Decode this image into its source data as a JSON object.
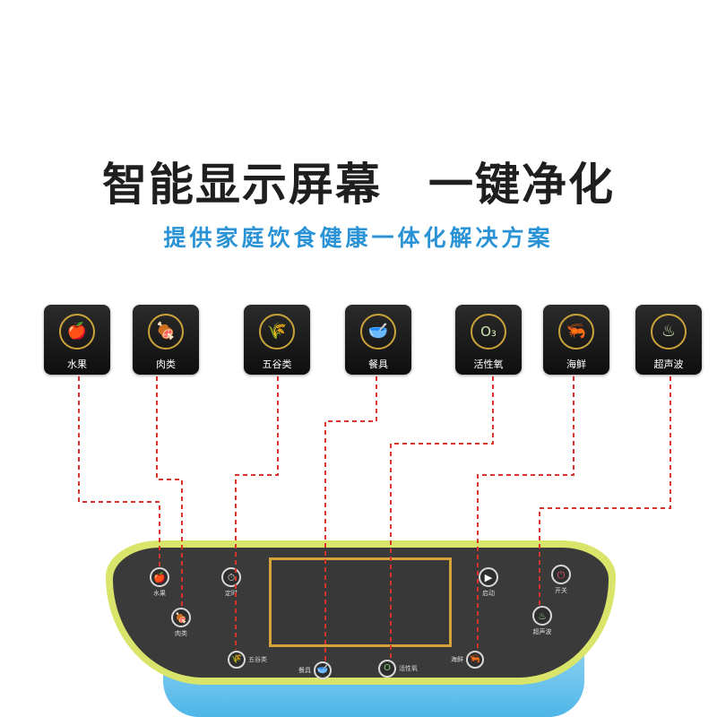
{
  "header": {
    "title": "智能显示屏幕　一键净化",
    "subtitle": "提供家庭饮食健康一体化解决方案"
  },
  "modes": [
    {
      "label": "水果",
      "icon": "fruit-icon",
      "glyph": "🍎"
    },
    {
      "label": "肉类",
      "icon": "meat-icon",
      "glyph": "🍖"
    },
    {
      "label": "五谷类",
      "icon": "grain-icon",
      "glyph": "🌾"
    },
    {
      "label": "餐具",
      "icon": "tableware-icon",
      "glyph": "🥣"
    },
    {
      "label": "活性氧",
      "icon": "ozone-icon",
      "glyph": "O₃"
    },
    {
      "label": "海鲜",
      "icon": "seafood-icon",
      "glyph": "🦐"
    },
    {
      "label": "超声波",
      "icon": "ultrasonic-icon",
      "glyph": "♨"
    }
  ],
  "panel": {
    "buttons": {
      "fruit": {
        "label": "水果",
        "glyph": "🍎"
      },
      "meat": {
        "label": "肉类",
        "glyph": "🍖"
      },
      "timer": {
        "label": "定时",
        "glyph": "⏱"
      },
      "grain": {
        "label": "五谷类",
        "glyph": "🌾"
      },
      "tableware": {
        "label": "餐具",
        "glyph": "🥣"
      },
      "ozone": {
        "label": "活性氧",
        "glyph": "O"
      },
      "seafood": {
        "label": "海鲜",
        "glyph": "🦐"
      },
      "start": {
        "label": "启动",
        "glyph": "▶"
      },
      "power": {
        "label": "开关",
        "glyph": "⏻"
      },
      "ultrasonic": {
        "label": "超声波",
        "glyph": "♨"
      }
    }
  },
  "colors": {
    "subtitle": "#2a93d6",
    "connector": "#d9342b",
    "panel_rim": "#d9e46b",
    "icon_ring": "#c9a33a"
  }
}
